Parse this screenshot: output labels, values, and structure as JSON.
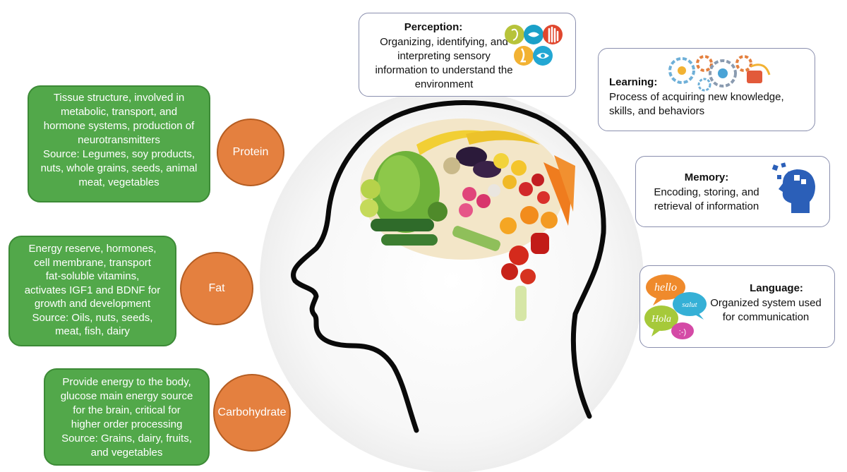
{
  "nutrients": [
    {
      "name": "Protein",
      "lines": [
        "Tissue structure, involved in",
        "metabolic, transport, and",
        "hormone systems, production of",
        "neurotransmitters",
        "Source: Legumes, soy products,",
        "nuts, whole grains, seeds, animal",
        "meat, vegetables"
      ]
    },
    {
      "name": "Fat",
      "lines": [
        "Energy reserve, hormones,",
        "cell membrane, transport",
        "fat-soluble vitamins,",
        "activates IGF1 and BDNF for",
        "growth and development",
        "Source: Oils, nuts, seeds,",
        "meat, fish, dairy"
      ]
    },
    {
      "name": "Carbohydrate",
      "lines": [
        "Provide energy to the body,",
        "glucose main energy source",
        "for the brain, critical for",
        "higher order processing",
        "Source:  Grains, dairy, fruits,",
        "and vegetables"
      ]
    }
  ],
  "functions": {
    "perception": {
      "title": "Perception:",
      "lines": [
        "Organizing, identifying, and",
        "interpreting sensory",
        "information to understand the",
        "environment"
      ]
    },
    "learning": {
      "title": "Learning:",
      "lines": [
        "Process of acquiring new knowledge,",
        "skills, and behaviors"
      ]
    },
    "memory": {
      "title": "Memory:",
      "lines": [
        "Encoding, storing, and",
        "retrieval of information"
      ]
    },
    "language": {
      "title": "Language:",
      "lines": [
        "Organized system used",
        "for communication"
      ],
      "bubbles": [
        "hello",
        "salut",
        "Hola"
      ]
    }
  },
  "colors": {
    "green_box": "#52a84a",
    "orange_circle": "#e4803f",
    "white_box_border": "#8a8fae",
    "head_outline": "#0a0a0a"
  }
}
